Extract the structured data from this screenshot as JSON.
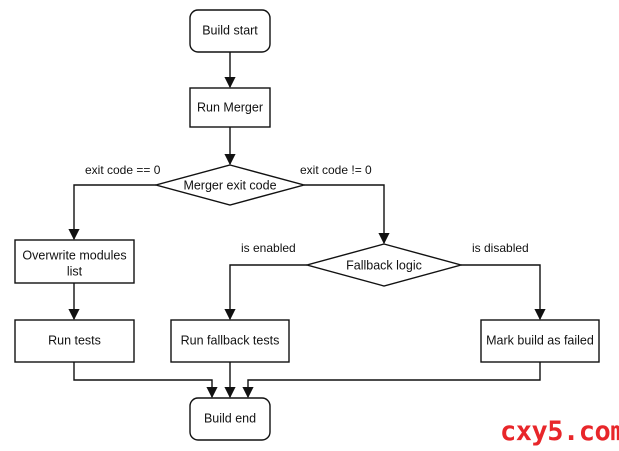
{
  "colors": {
    "stroke": "#111111",
    "fill": "#ffffff",
    "text": "#111111",
    "watermark": "#e8262a"
  },
  "nodes": {
    "build_start": "Build start",
    "run_merger": "Run Merger",
    "merger_exit_code": "Merger exit code",
    "overwrite_modules_line1": "Overwrite modules",
    "overwrite_modules_line2": "list",
    "fallback_logic": "Fallback logic",
    "run_tests": "Run tests",
    "run_fallback_tests": "Run fallback tests",
    "mark_build_failed": "Mark build as failed",
    "build_end": "Build end"
  },
  "edges": {
    "exit_code_zero": "exit code == 0",
    "exit_code_nonzero": "exit code != 0",
    "is_enabled": "is enabled",
    "is_disabled": "is disabled"
  },
  "watermark": "cxy5.com"
}
